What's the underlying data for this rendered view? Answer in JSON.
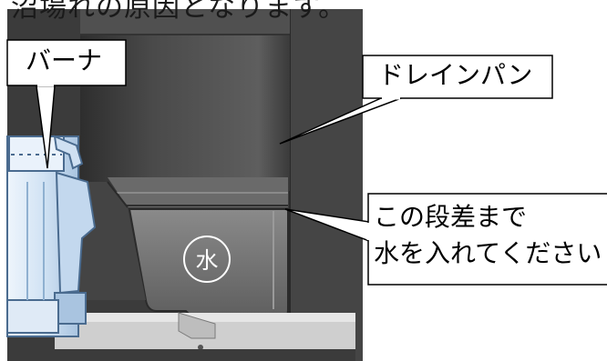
{
  "top_caption": "沼場れの原因となります。",
  "callouts": {
    "burner": "バーナ",
    "drain_pan": "ドレインパン",
    "step_note_line1": "この段差まで",
    "step_note_line2": "水を入れてください"
  },
  "water_marker": "水",
  "colors": {
    "background": "#ffffff",
    "pan_dark": "#3f3f3f",
    "pan_mid": "#5c5c5c",
    "pan_light": "#7a7a7a",
    "burner_blue": "#d6e6f7",
    "burner_outline": "#4a6b8f",
    "callout_border": "#000000"
  }
}
